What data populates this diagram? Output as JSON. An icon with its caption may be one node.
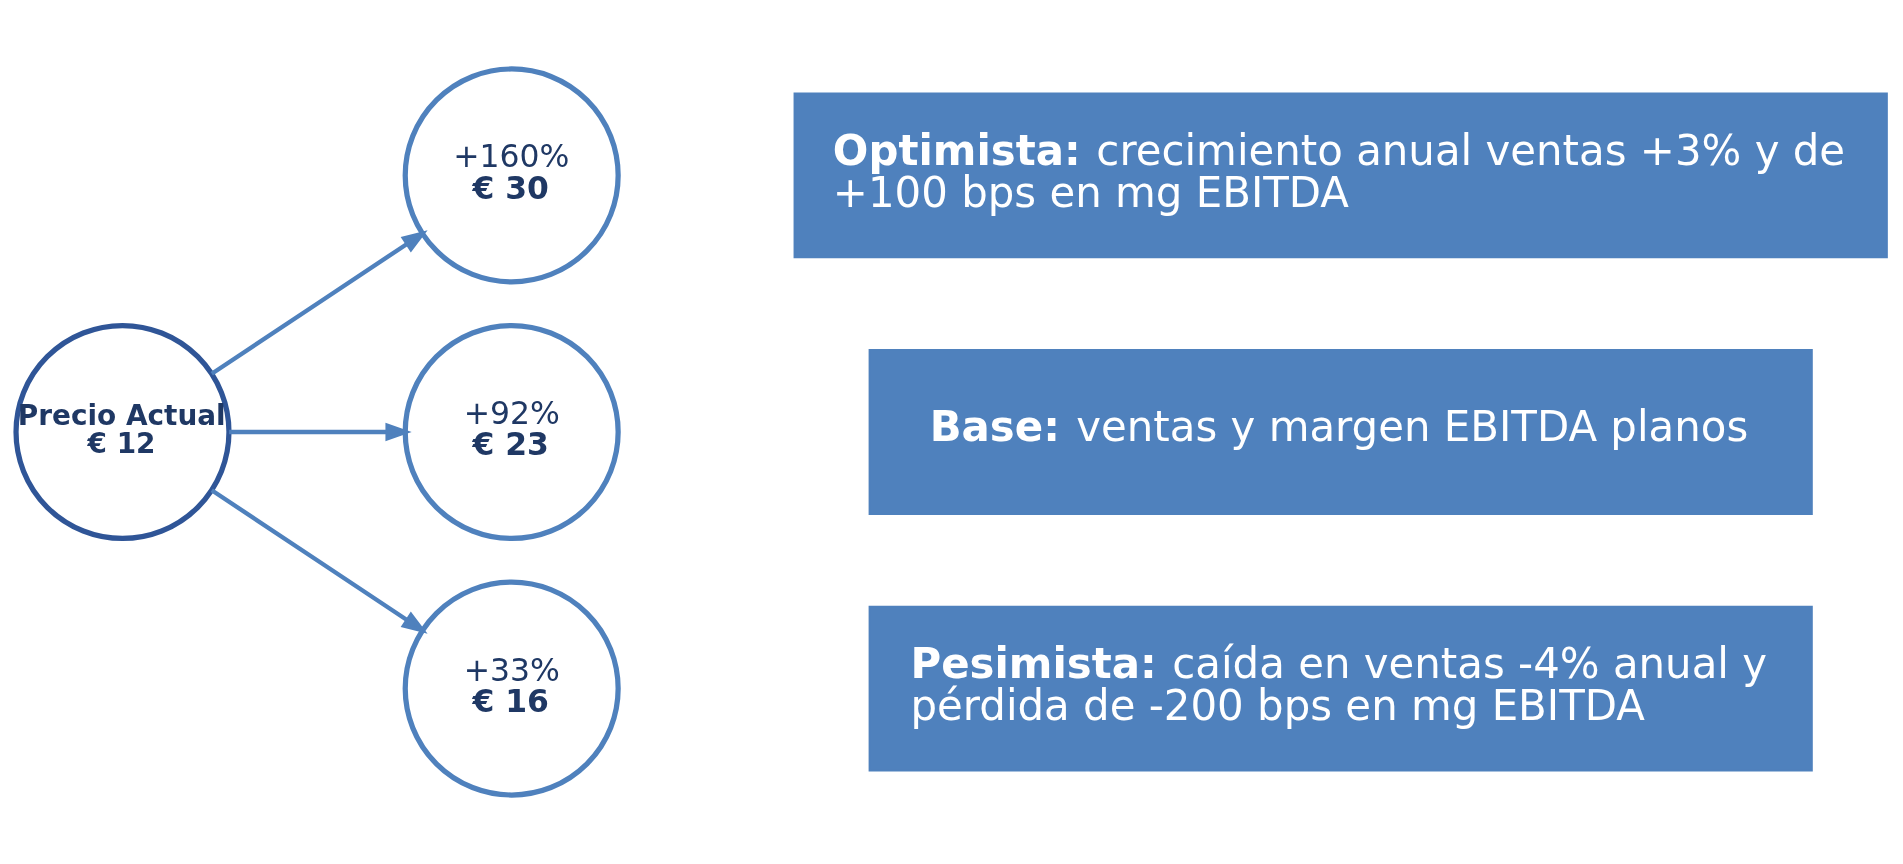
{
  "diagram": {
    "nodes": [
      {
        "text": [
          "Precio Actual",
          "€ 12"
        ]
      },
      {
        "text": [
          "+160%",
          "€ 30"
        ]
      },
      {
        "text": [
          "**Optimista:** crecimiento anual ventas +3% y de +100 bps en mg EBITDA"
        ]
      },
      {
        "text": [
          "+92%",
          "€ 23"
        ]
      },
      {
        "text": [
          "**Base:** ventas y margen EBITDA planos"
        ]
      },
      {
        "text": [
          "+33%",
          "€ 16"
        ]
      },
      {
        "text": [
          "**Pesimista:** caída en ventas -4% anual y pérdida de -200 bps en mg EBITDA"
        ]
      }
    ],
    "edges": [
      {
        "from": 0,
        "to": 1,
        "arrow": "to"
      },
      {
        "from": 0,
        "to": 3,
        "arrow": "to"
      },
      {
        "from": 0,
        "to": 5,
        "arrow": "to"
      }
    ]
  }
}
